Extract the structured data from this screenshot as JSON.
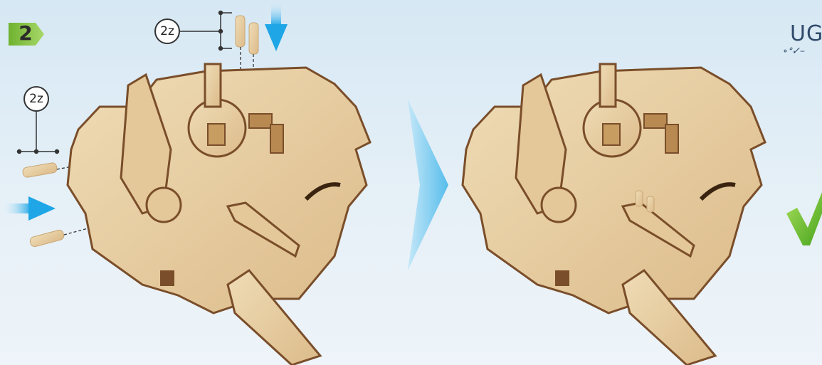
{
  "step": {
    "number": "2",
    "badge_color": "#8cc63f"
  },
  "quantities": {
    "top_pegs": "2z",
    "left_pegs": "2z"
  },
  "logo": {
    "text": "UG",
    "sub_text": "∘ᐤ✓–"
  },
  "colors": {
    "plywood": "#e7cfa6",
    "plywood_dark": "#cfae7a",
    "edge": "#7a4e2a",
    "arrow_blue": "#1fa6e6",
    "check_green": "#6cbd2c",
    "separator": "#3db4ea"
  },
  "icons": {
    "down_arrow": "arrow-down-icon",
    "right_arrow": "arrow-right-icon",
    "check": "checkmark-icon",
    "separator": "chevron-right-icon"
  }
}
